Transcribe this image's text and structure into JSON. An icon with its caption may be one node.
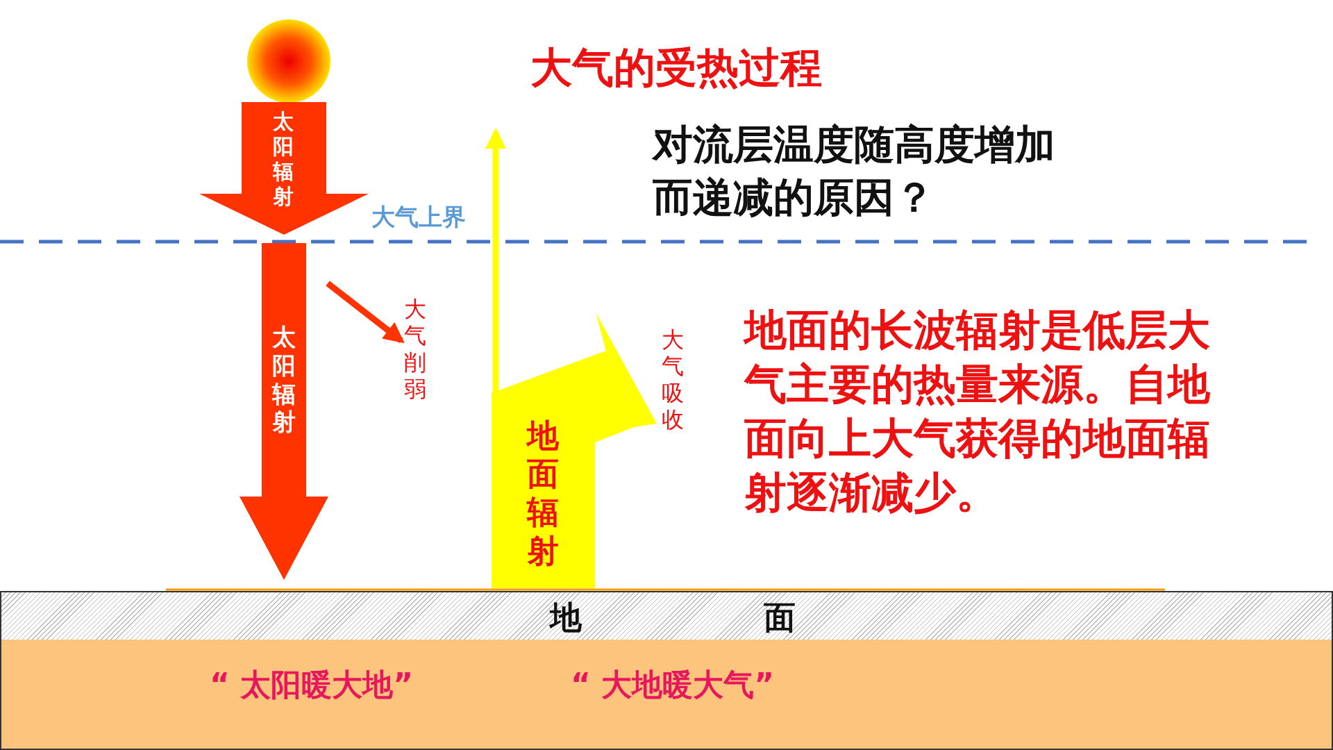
{
  "diagram": {
    "title": "大气的受热过程",
    "nodes": [
      {
        "text": [
          "太阳辐射"
        ]
      },
      {
        "text": [
          "地面辐射"
        ],
        "beside": [
          "大气吸收"
        ]
      },
      {
        "text": [
          "地面"
        ]
      },
      {
        "text": [
          "“ 太阳暖大地”",
          "“ 大地暖大气”"
        ]
      },
      {
        "text": [
          "大气削弱"
        ]
      }
    ],
    "edges": [
      {
        "from": 0,
        "to": 2,
        "arrow": "to",
        "label": "太阳辐射",
        "style": "thick"
      },
      {
        "from": 0,
        "to": 4,
        "arrow": "to"
      },
      {
        "from": 1,
        "to": null,
        "arrow": "to",
        "color": "#ffff00"
      }
    ],
    "labels": [
      "大气上界",
      "对流层温度随高度增加而递减的原因？",
      "地面的长波辐射是低层大气主要的热量来源。自地面向上大气获得的地面辐射逐渐减少。"
    ]
  }
}
